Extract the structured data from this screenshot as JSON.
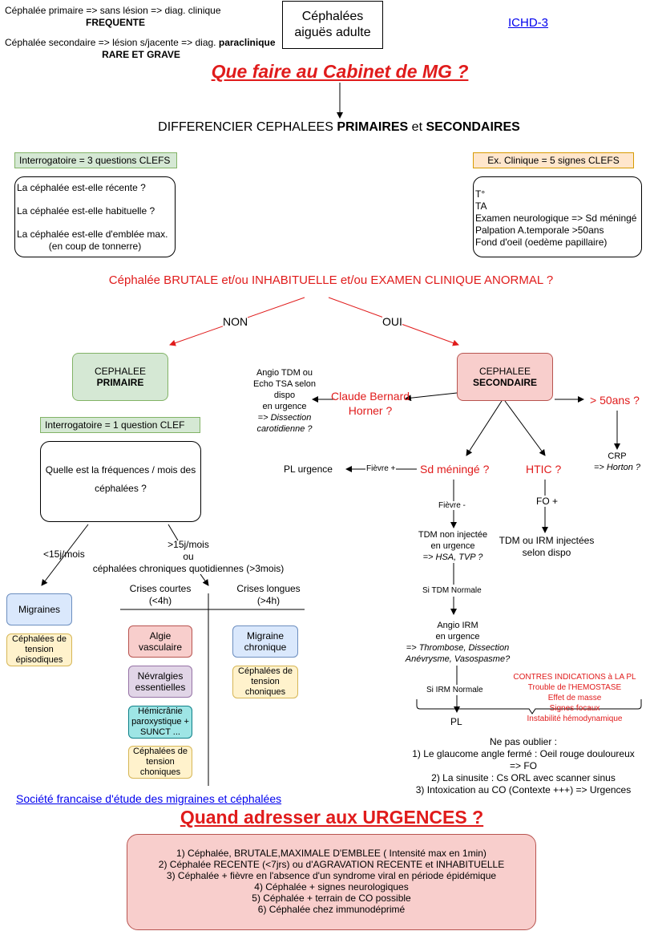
{
  "header": {
    "primary_line": "Céphalée primaire => sans lésion => diag. clinique",
    "primary_freq": "FREQUENTE",
    "secondary_line_prefix": "Céphalée secondaire => lésion s/jacente => diag. ",
    "secondary_line_bold": "paraclinique",
    "secondary_rare": "RARE ET GRAVE",
    "title_box_line1": "Céphalées",
    "title_box_line2": "aiguës adulte",
    "ichd_link": "ICHD-3"
  },
  "main_title": "Que faire au Cabinet de MG ?",
  "differencier": {
    "prefix": "DIFFERENCIER CEPHALEES ",
    "primaires": "PRIMAIRES",
    "et": " et ",
    "secondaires": "SECONDAIRES"
  },
  "interrogatoire_tag": "Interrogatoire = 3 questions CLEFS",
  "questions": [
    "La céphalée est-elle récente ?",
    "La céphalée est-elle habituelle ?",
    "La céphalée est-elle d'emblée max.",
    "(en coup de tonnerre)"
  ],
  "exam_tag": "Ex. Clinique = 5 signes CLEFS",
  "exam_items": [
    "T°",
    "TA",
    "Examen neurologique => Sd méningé",
    "Palpation A.temporale >50ans",
    "Fond d'oeil (oedème papillaire)"
  ],
  "decision_question": "Céphalée BRUTALE et/ou INHABITUELLE et/ou EXAMEN CLINIQUE ANORMAL ?",
  "branch_no": "NON",
  "branch_yes": "OUI",
  "primary_node": {
    "line1": "CEPHALEE",
    "line2": "PRIMAIRE"
  },
  "secondary_node": {
    "line1": "CEPHALEE",
    "line2": "SECONDAIRE"
  },
  "interrogatoire_one_tag": "Interrogatoire = 1 question CLEF",
  "frequency_question": {
    "line1": "Quelle est la fréquences / mois des",
    "line2": "céphalées ?"
  },
  "lt15": "<15j/mois",
  "gt15": {
    "line1": ">15j/mois",
    "line2": "ou",
    "line3": "céphalées chroniques quotidiennes (>3mois)"
  },
  "crises_courtes": {
    "line1": "Crises courtes",
    "line2": "(<4h)"
  },
  "crises_longues": {
    "line1": "Crises longues",
    "line2": "(>4h)"
  },
  "migraines": "Migraines",
  "tension_episodiques": "Céphalées de tension épisodiques",
  "algie": "Algie vasculaire",
  "nevralgies": "Névralgies essentielles",
  "hemicranie": "Hémicrânie paroxystique + SUNCT ...",
  "tension_choniques_left": "Céphalées de tension choniques",
  "migraine_chronique": "Migraine chronique",
  "tension_choniques_right": "Céphalées de tension choniques",
  "claude_bernard": {
    "line1": "Claude Bernard",
    "line2": "Horner ?"
  },
  "angio_tdm": {
    "l1": "Angio TDM ou",
    "l2": "Echo TSA selon",
    "l3": "dispo",
    "l4": "en urgence",
    "l5": "=> Dissection",
    "l6": "carotidienne ?"
  },
  "gt50": "> 50ans ?",
  "crp": "CRP",
  "horton": "=> Horton ?",
  "sd_meninge": "Sd méningé ?",
  "htic": "HTIC ?",
  "pl_urgence": "PL urgence",
  "fievre_plus": "Fièvre +",
  "fievre_minus": "Fièvre -",
  "fo_plus": "FO +",
  "tdm_non_injectee": {
    "l1": "TDM non injectée",
    "l2": "en urgence",
    "l3": "=> HSA, TVP ?"
  },
  "tdm_irm_injectees": {
    "l1": "TDM ou IRM injectées",
    "l2": "selon dispo"
  },
  "si_tdm_normale": "Si TDM Normale",
  "angio_irm": {
    "l1": "Angio IRM",
    "l2": "en urgence",
    "l3": "=> Thrombose, Dissection",
    "l4": "Anévrysme, Vasospasme?"
  },
  "si_irm_normale": "Si IRM Normale",
  "pl": "PL",
  "contre_indications": [
    "CONTRES INDICATIONS à LA PL",
    "Trouble de l'HEMOSTASE",
    "Effet de masse",
    "Signes focaux",
    "Instabilité hémodynamique"
  ],
  "ne_pas_oublier": [
    "Ne pas oublier :",
    "1) Le glaucome angle fermé : Oeil rouge douloureux",
    "=> FO",
    "2) La sinusite : Cs ORL avec scanner sinus",
    "3) Intoxication au CO (Contexte +++) => Urgences"
  ],
  "societe_link": "Société francaise d'étude des migraines et céphalées",
  "urgences_title": "Quand adresser aux URGENCES  ?",
  "urgences_items": [
    "1) Céphalée, BRUTALE,MAXIMALE D'EMBLEE ( Intensité max en 1min)",
    "2) Céphalée RECENTE (<7jrs) ou d'AGRAVATION RECENTE et INHABITUELLE",
    "3) Céphalée + fièvre en l'absence d'un syndrome viral en période épidémique",
    "4) Céphalée + signes neurologiques",
    "5) Céphalée + terrain de CO possible",
    "6) Céphalée chez immunodéprimé"
  ]
}
